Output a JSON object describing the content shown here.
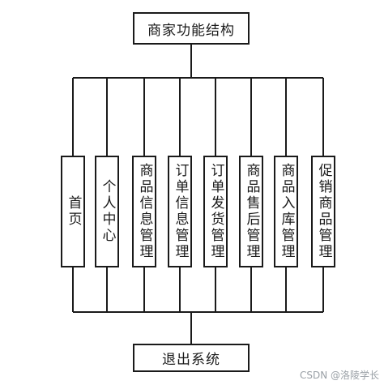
{
  "diagram": {
    "root": "商家功能结构",
    "modules": [
      "首页",
      "个人中心",
      "商品信息管理",
      "订单信息管理",
      "订单发货管理",
      "商品售后管理",
      "商品入库管理",
      "促销商品管理"
    ],
    "exit": "退出系统"
  },
  "watermark": "CSDN @洛陵学长"
}
